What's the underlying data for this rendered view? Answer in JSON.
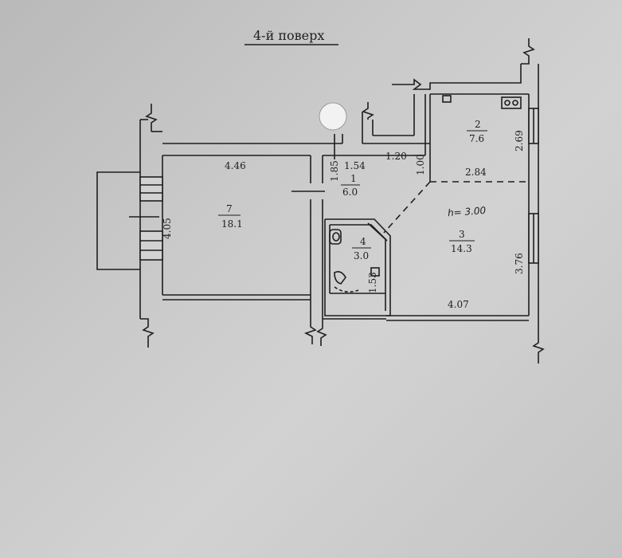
{
  "title": "4-й поверх",
  "height_note": "h= 3.00",
  "rooms": [
    {
      "number": "1",
      "area": "6.0"
    },
    {
      "number": "2",
      "area": "7.6"
    },
    {
      "number": "3",
      "area": "14.3"
    },
    {
      "number": "4",
      "area": "3.0"
    },
    {
      "number": "7",
      "area": "18.1"
    }
  ],
  "dimensions": {
    "d_446": "4.46",
    "d_405": "4.05",
    "d_185": "1.85",
    "d_154": "1.54",
    "d_120": "1.20",
    "d_100": "1.00",
    "d_269": "2.69",
    "d_284": "2.84",
    "d_376": "3.76",
    "d_407": "4.07",
    "d_153": "1.53"
  },
  "colors": {
    "paper": "#c8c8c8",
    "ink": "#1e1e1e",
    "wall_fill": "#cfcfcf"
  }
}
